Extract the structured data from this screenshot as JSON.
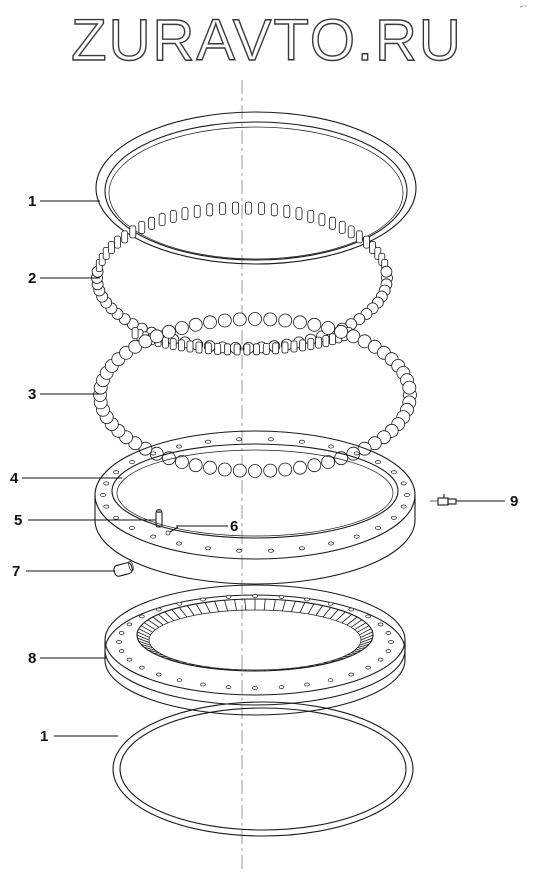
{
  "watermark": "ZURAVTO.RU",
  "callouts": {
    "c1_top": "1",
    "c2": "2",
    "c3": "3",
    "c4": "4",
    "c5": "5",
    "c6": "6",
    "c7": "7",
    "c8": "8",
    "c9": "9",
    "c1_bottom": "1"
  },
  "parts": [
    {
      "name": "seal-top",
      "label": "1"
    },
    {
      "name": "roller-spacer-ring",
      "label": "2"
    },
    {
      "name": "ball-ring",
      "label": "3"
    },
    {
      "name": "outer-race",
      "label": "4"
    },
    {
      "name": "pin",
      "label": "5"
    },
    {
      "name": "plug-pin",
      "label": "6"
    },
    {
      "name": "plug",
      "label": "7"
    },
    {
      "name": "inner-gear-race",
      "label": "8"
    },
    {
      "name": "grease-fitting",
      "label": "9"
    },
    {
      "name": "seal-bottom",
      "label": "1"
    }
  ]
}
